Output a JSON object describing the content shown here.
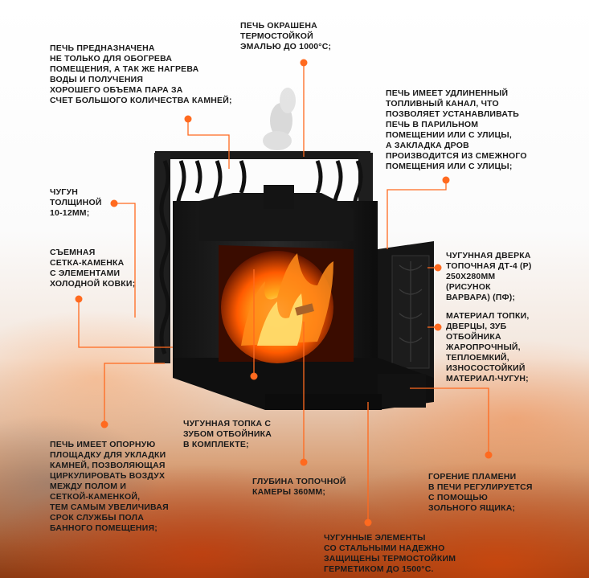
{
  "labels": {
    "enamel": "ПЕЧЬ ОКРАШЕНА\nТЕРМОСТОЙКОЙ\nЭМАЛЬЮ ДО 1000°С;",
    "purpose": "ПЕЧЬ ПРЕДНАЗНАЧЕНА\nНЕ ТОЛЬКО ДЛЯ ОБОГРЕВА\nПОМЕЩЕНИЯ, А ТАК ЖЕ НАГРЕВА\nВОДЫ И ПОЛУЧЕНИЯ\nХОРОШЕГО ОБЪЕМА ПАРА ЗА\nСЧЕТ БОЛЬШОГО  КОЛИЧЕСТВА КАМНЕЙ;",
    "fuel_channel": "ПЕЧЬ ИМЕЕТ УДЛИНЕННЫЙ\nТОПЛИВНЫЙ КАНАЛ, ЧТО\nПОЗВОЛЯЕТ УСТАНАВЛИВАТЬ\nПЕЧЬ В ПАРИЛЬНОМ\nПОМЕЩЕНИИ ИЛИ С УЛИЦЫ,\nА ЗАКЛАДКА ДРОВ\nПРОИЗВОДИТСЯ ИЗ СМЕЖНОГО\nПОМЕЩЕНИЯ ИЛИ С УЛИЦЫ;",
    "thickness": "ЧУГУН\nТОЛЩИНОЙ\n10-12ММ;",
    "mesh": "СЪЕМНАЯ\nСЕТКА-КАМЕНКА\nС ЭЛЕМЕНТАМИ\nХОЛОДНОЙ КОВКИ;",
    "door": "ЧУГУННАЯ ДВЕРКА\nТОПОЧНАЯ ДТ-4 (Р)\n250Х280ММ\n(РИСУНОК\nВАРВАРА) (ПФ);",
    "material": "МАТЕРИАЛ ТОПКИ,\nДВЕРЦЫ, ЗУБ\nОТБОЙНИКА\nЖАРОПРОЧНЫЙ,\nТЕПЛОЕМКИЙ,\nИЗНОСОСТОЙКИЙ\nМАТЕРИАЛ-ЧУГУН;",
    "firebox": "ЧУГУННАЯ ТОПКА С\nЗУБОМ ОТБОЙНИКА\nВ КОМПЛЕКТЕ;",
    "platform": "ПЕЧЬ ИМЕЕТ ОПОРНУЮ\nПЛОЩАДКУ ДЛЯ УКЛАДКИ\nКАМНЕЙ, ПОЗВОЛЯЮЩАЯ\nЦИРКУЛИРОВАТЬ ВОЗДУХ\nМЕЖДУ ПОЛОМ И\nСЕТКОЙ-КАМЕНКОЙ,\nТЕМ САМЫМ УВЕЛИЧИВАЯ\nСРОК СЛУЖБЫ ПОЛА\nБАННОГО ПОМЕЩЕНИЯ;",
    "depth": "ГЛУБИНА ТОПОЧНОЙ\nКАМЕРЫ 360ММ;",
    "flame": "ГОРЕНИЕ ПЛАМЕНИ\nВ ПЕЧИ РЕГУЛИРУЕТСЯ\nС ПОМОЩЬЮ\nЗОЛЬНОГО ЯЩИКА;",
    "elements": "ЧУГУННЫЕ ЭЛЕМЕНТЫ\nСО СТАЛЬНЫМИ НАДЕЖНО\nЗАЩИЩЕНЫ ТЕРМОСТОЙКИМ\nГЕРМЕТИКОМ ДО 1500°С."
  },
  "colors": {
    "accent": "#ff6a1f",
    "stove": "#1b1b1b",
    "text": "#1a1a1a"
  }
}
